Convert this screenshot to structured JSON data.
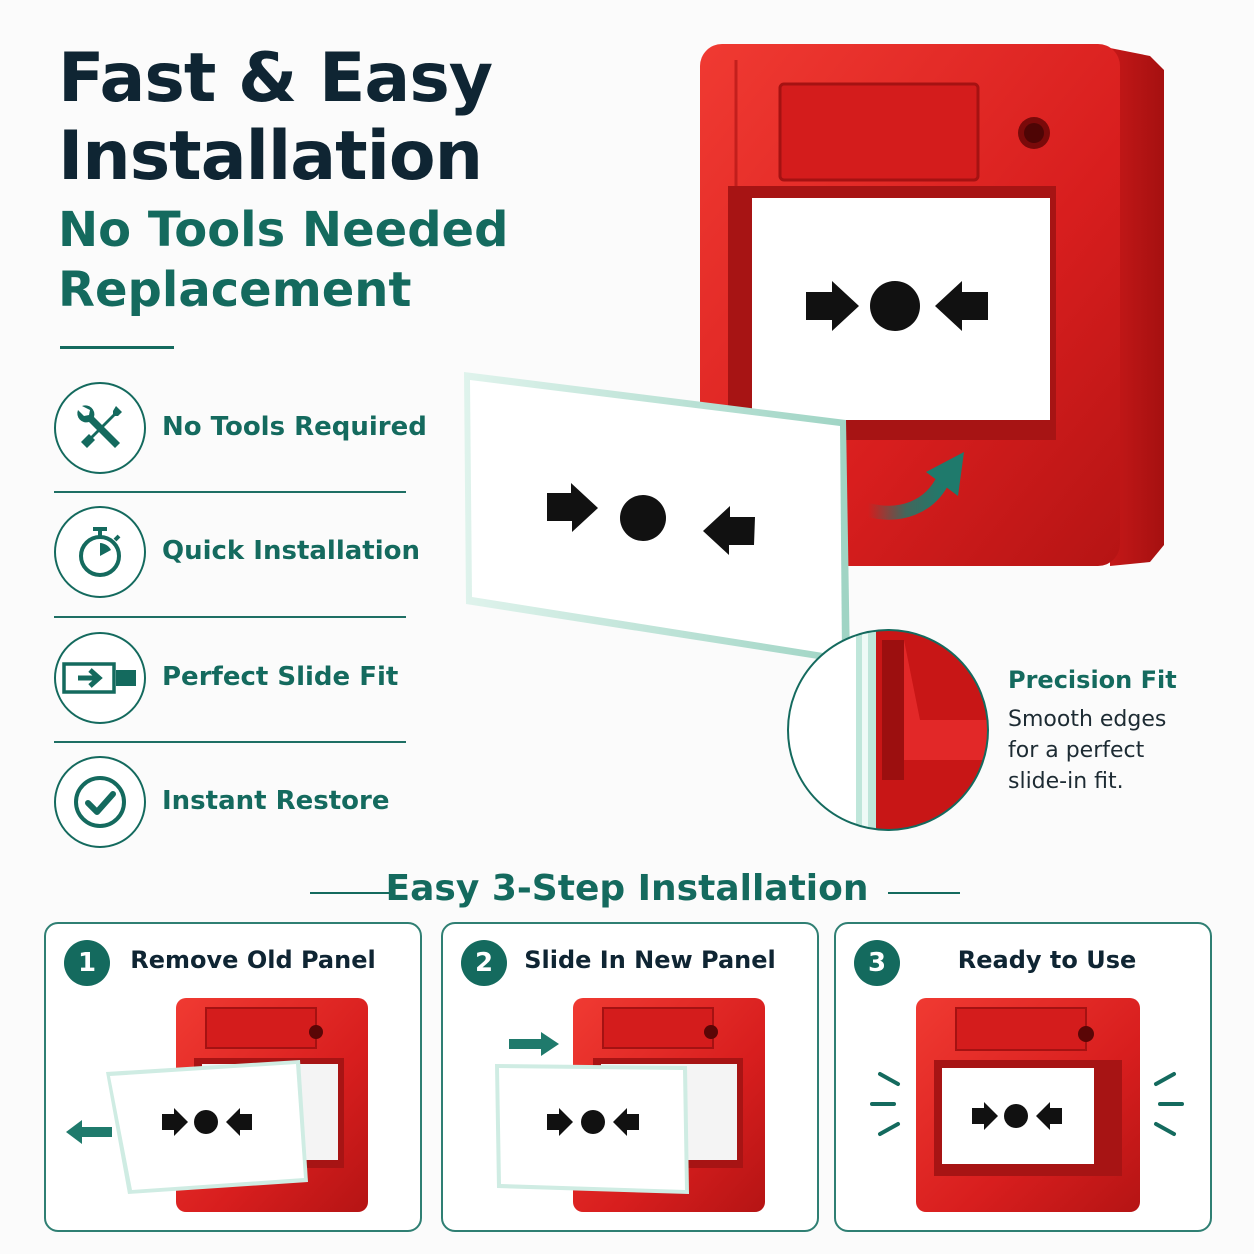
{
  "header": {
    "title_line1": "Fast & Easy",
    "title_line2": "Installation",
    "subtitle_line1": "No Tools Needed",
    "subtitle_line2": "Replacement"
  },
  "features": [
    {
      "label": "No Tools Required",
      "icon": "wrench-screwdriver-crossed-icon"
    },
    {
      "label": "Quick Installation",
      "icon": "stopwatch-icon"
    },
    {
      "label": "Perfect Slide Fit",
      "icon": "slide-arrow-icon"
    },
    {
      "label": "Instant Restore",
      "icon": "check-circle-icon"
    }
  ],
  "callout": {
    "title": "Precision Fit",
    "text_line1": "Smooth edges",
    "text_line2": "for a perfect",
    "text_line3": "slide-in fit."
  },
  "steps_section": {
    "heading": "Easy 3-Step Installation",
    "steps": [
      {
        "number": "1",
        "label": "Remove Old Panel"
      },
      {
        "number": "2",
        "label": "Slide In New Panel"
      },
      {
        "number": "3",
        "label": "Ready to Use"
      }
    ]
  },
  "colors": {
    "primary_teal": "#146a5e",
    "navy_text": "#0f2533",
    "alarm_red": "#e01f1f",
    "background": "#fbfbfb"
  }
}
